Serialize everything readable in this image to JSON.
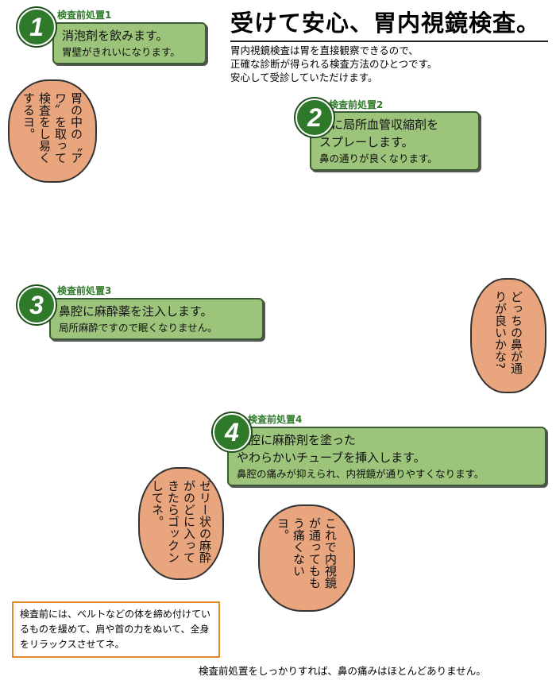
{
  "title": "受けて安心、胃内視鏡検査。",
  "intro": [
    "胃内視鏡検査は胃を直接観察できるので、",
    "正確な診断が得られる検査方法のひとつです。",
    "安心して受診していただけます。"
  ],
  "steps": [
    {
      "number": "1",
      "label": "検査前処置1",
      "line1": "消泡剤を飲みます。",
      "line2": "胃壁がきれいになります。"
    },
    {
      "number": "2",
      "label": "検査前処置2",
      "line1": "鼻に局所血管収縮剤を",
      "line1b": "スプレーします。",
      "line2": "鼻の通りが良くなります。"
    },
    {
      "number": "3",
      "label": "検査前処置3",
      "line1": "鼻腔に麻酔薬を注入します。",
      "line2": "局所麻酔ですので眠くなりません。"
    },
    {
      "number": "4",
      "label": "検査前処置4",
      "line1": "鼻腔に麻酔剤を塗った",
      "line1b": "やわらかいチューブを挿入します。",
      "line2": "鼻腔の痛みが抑えられ、内視鏡が通りやすくなります。"
    }
  ],
  "bubbles": {
    "foam": "胃の中の〝アワ〟を取って検査をし易くするヨ。",
    "nose": "どっちの鼻が通りが良いかな?",
    "jelly": "ゼリー状の麻酔がのどに入ってきたらゴックンしてネ。",
    "scope": "これで内視鏡が通ってももう痛くないヨ。"
  },
  "note": "検査前には、ベルトなどの体を締め付けているものを緩めて、肩や首の力をぬいて、全身をリラックスさせてネ。",
  "footer": "検査前処置をしっかりすれば、鼻の痛みはほとんどありません。",
  "colors": {
    "green": "#2f7a2a",
    "box": "#9cc47a",
    "bubble": "#e9a57d",
    "stomach": "#c8245a",
    "note_border": "#e08a2a"
  }
}
